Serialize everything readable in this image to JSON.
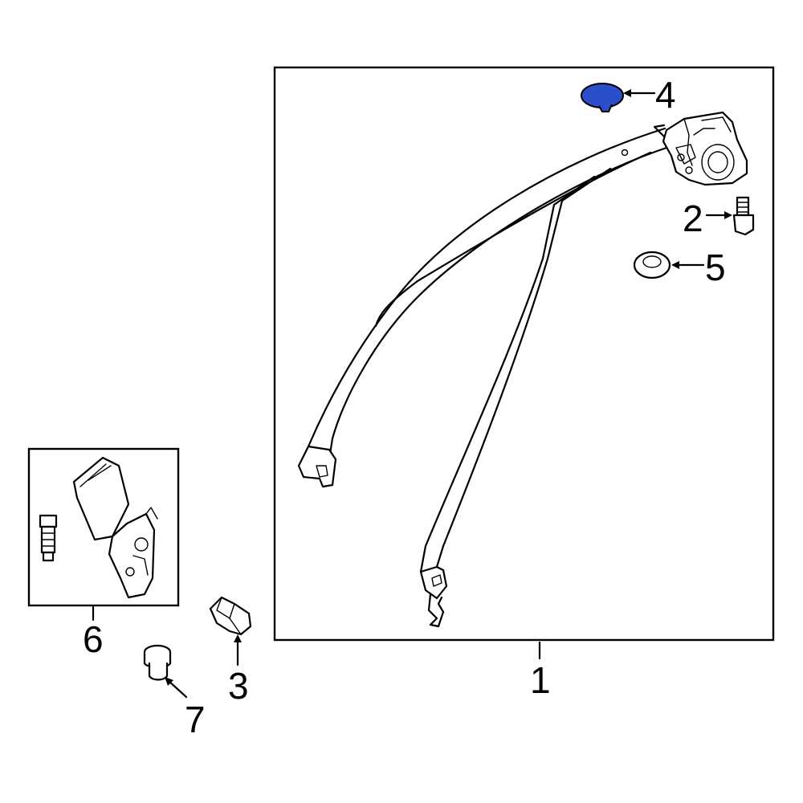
{
  "callouts": {
    "c1": "1",
    "c2": "2",
    "c3": "3",
    "c4": "4",
    "c5": "5",
    "c6": "6",
    "c7": "7"
  },
  "highlight_color": "#2a4fc9",
  "icons": {
    "belt_assembly": "seat-belt-assembly-icon",
    "retractor": "retractor-icon",
    "bolt": "bolt-icon",
    "cap": "cap-icon",
    "spacer": "spacer-icon",
    "buckle": "buckle-icon",
    "nut": "nut-icon"
  }
}
